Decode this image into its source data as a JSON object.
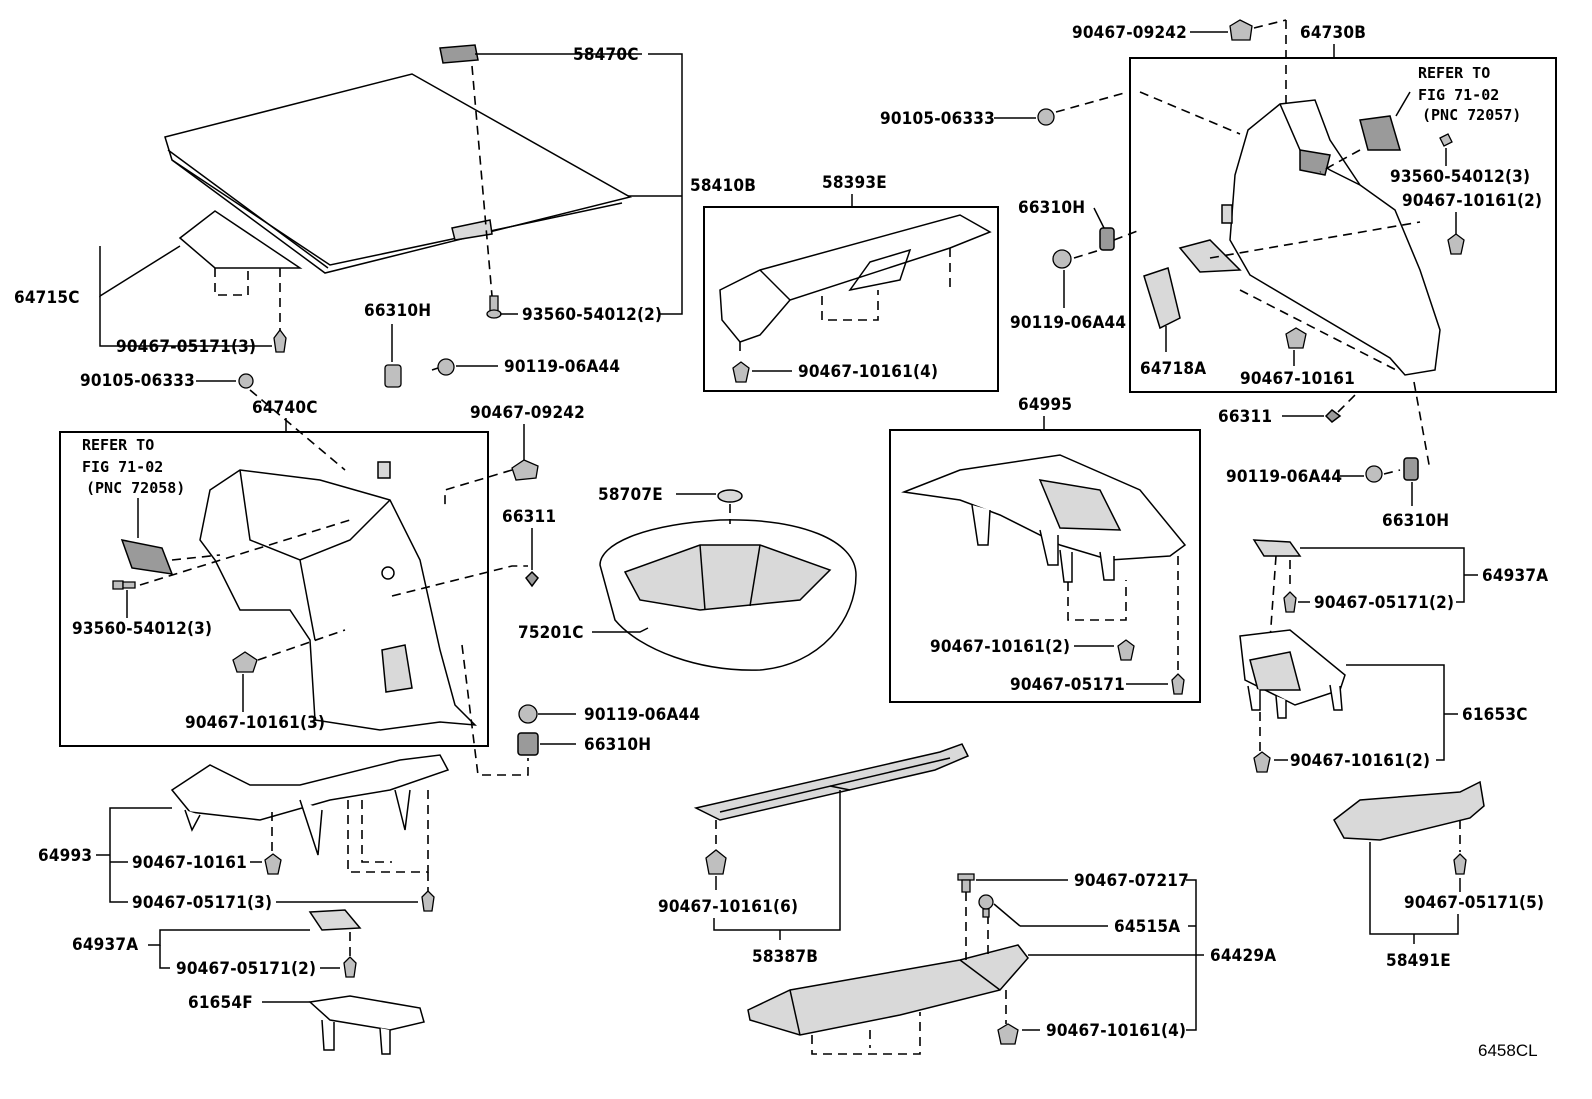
{
  "figure_code": "6458CL",
  "labels": {
    "l_58470C": "58470C",
    "l_58410B": "58410B",
    "l_93560_54012_2": "93560-54012(2)",
    "l_64715C": "64715C",
    "l_90467_05171_3_top": "90467-05171(3)",
    "l_90105_06333_left": "90105-06333",
    "l_66310H_mid": "66310H",
    "l_90119_06A44_mid": "90119-06A44",
    "l_64740C": "64740C",
    "l_90467_09242_left": "90467-09242",
    "l_66311_left": "66311",
    "l_93560_54012_3_left": "93560-54012(3)",
    "l_90467_10161_3": "90467-10161(3)",
    "l_90119_06A44_low": "90119-06A44",
    "l_66310H_low": "66310H",
    "l_58393E": "58393E",
    "l_90467_10161_4_top": "90467-10161(4)",
    "l_58707E": "58707E",
    "l_75201C": "75201C",
    "l_64993": "64993",
    "l_90467_10161_64993": "90467-10161",
    "l_90467_05171_3_64993": "90467-05171(3)",
    "l_64937A_left": "64937A",
    "l_90467_05171_2_left": "90467-05171(2)",
    "l_61654F": "61654F",
    "l_90467_10161_6": "90467-10161(6)",
    "l_58387B": "58387B",
    "l_90467_07217": "90467-07217",
    "l_64515A": "64515A",
    "l_64429A": "64429A",
    "l_90467_10161_4_bottom": "90467-10161(4)",
    "l_90467_09242_right": "90467-09242",
    "l_64730B": "64730B",
    "l_90105_06333_right": "90105-06333",
    "l_66310H_rtop": "66310H",
    "l_90119_06A44_rtop": "90119-06A44",
    "l_93560_54012_3_right": "93560-54012(3)",
    "l_90467_10161_2_right": "90467-10161(2)",
    "l_64718A": "64718A",
    "l_90467_10161_right": "90467-10161",
    "l_66311_right": "66311",
    "l_64995": "64995",
    "l_90467_10161_2_64995": "90467-10161(2)",
    "l_90467_05171_64995": "90467-05171",
    "l_90119_06A44_right": "90119-06A44",
    "l_66310H_right": "66310H",
    "l_64937A_right": "64937A",
    "l_90467_05171_2_right": "90467-05171(2)",
    "l_61653C": "61653C",
    "l_90467_10161_2_61653C": "90467-10161(2)",
    "l_90467_05171_5": "90467-05171(5)",
    "l_58491E": "58491E"
  },
  "notes": {
    "left_refer_1": "REFER TO",
    "left_refer_2": "FIG 71-02",
    "left_refer_3": "(PNC 72058)",
    "right_refer_1": "REFER TO",
    "right_refer_2": "FIG 71-02",
    "right_refer_3": "(PNC 72057)"
  }
}
